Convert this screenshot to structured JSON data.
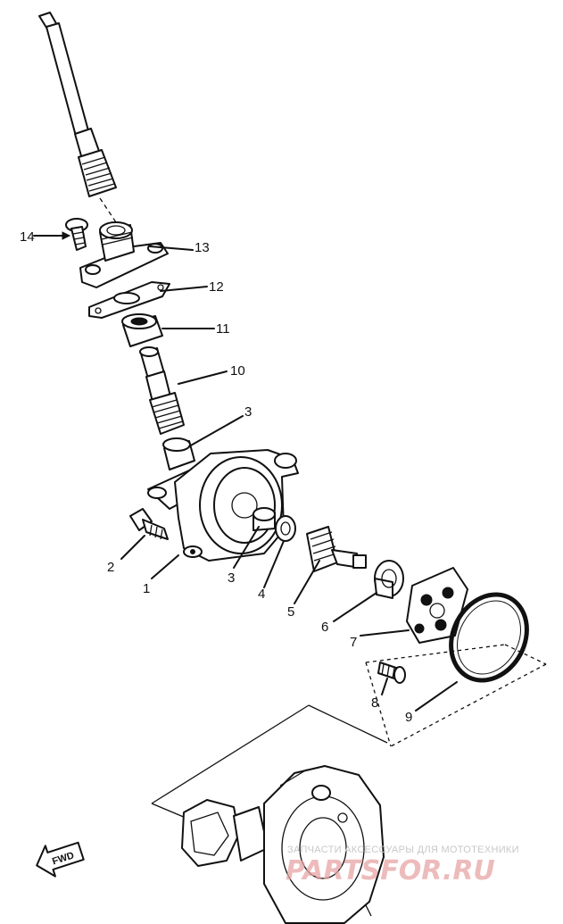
{
  "callouts": [
    {
      "id": "c1",
      "label": "1"
    },
    {
      "id": "c2",
      "label": "2"
    },
    {
      "id": "c3a",
      "label": "3"
    },
    {
      "id": "c3b",
      "label": "3"
    },
    {
      "id": "c4",
      "label": "4"
    },
    {
      "id": "c5",
      "label": "5"
    },
    {
      "id": "c6",
      "label": "6"
    },
    {
      "id": "c7",
      "label": "7"
    },
    {
      "id": "c8",
      "label": "8"
    },
    {
      "id": "c9",
      "label": "9"
    },
    {
      "id": "c10",
      "label": "10"
    },
    {
      "id": "c11",
      "label": "11"
    },
    {
      "id": "c12",
      "label": "12"
    },
    {
      "id": "c13",
      "label": "13"
    },
    {
      "id": "c14",
      "label": "14"
    }
  ],
  "fwd_label": "FWD",
  "watermark": {
    "tagline": "ЗАПЧАСТИ АКСЕССУАРЫ ДЛЯ МОТОТЕХНИКИ",
    "site": "PARTSFOR.RU"
  },
  "colors": {
    "ink": "#111111",
    "paper": "#ffffff",
    "watermark_red": "#e7a4a4",
    "watermark_grey": "#c8c8c8"
  }
}
